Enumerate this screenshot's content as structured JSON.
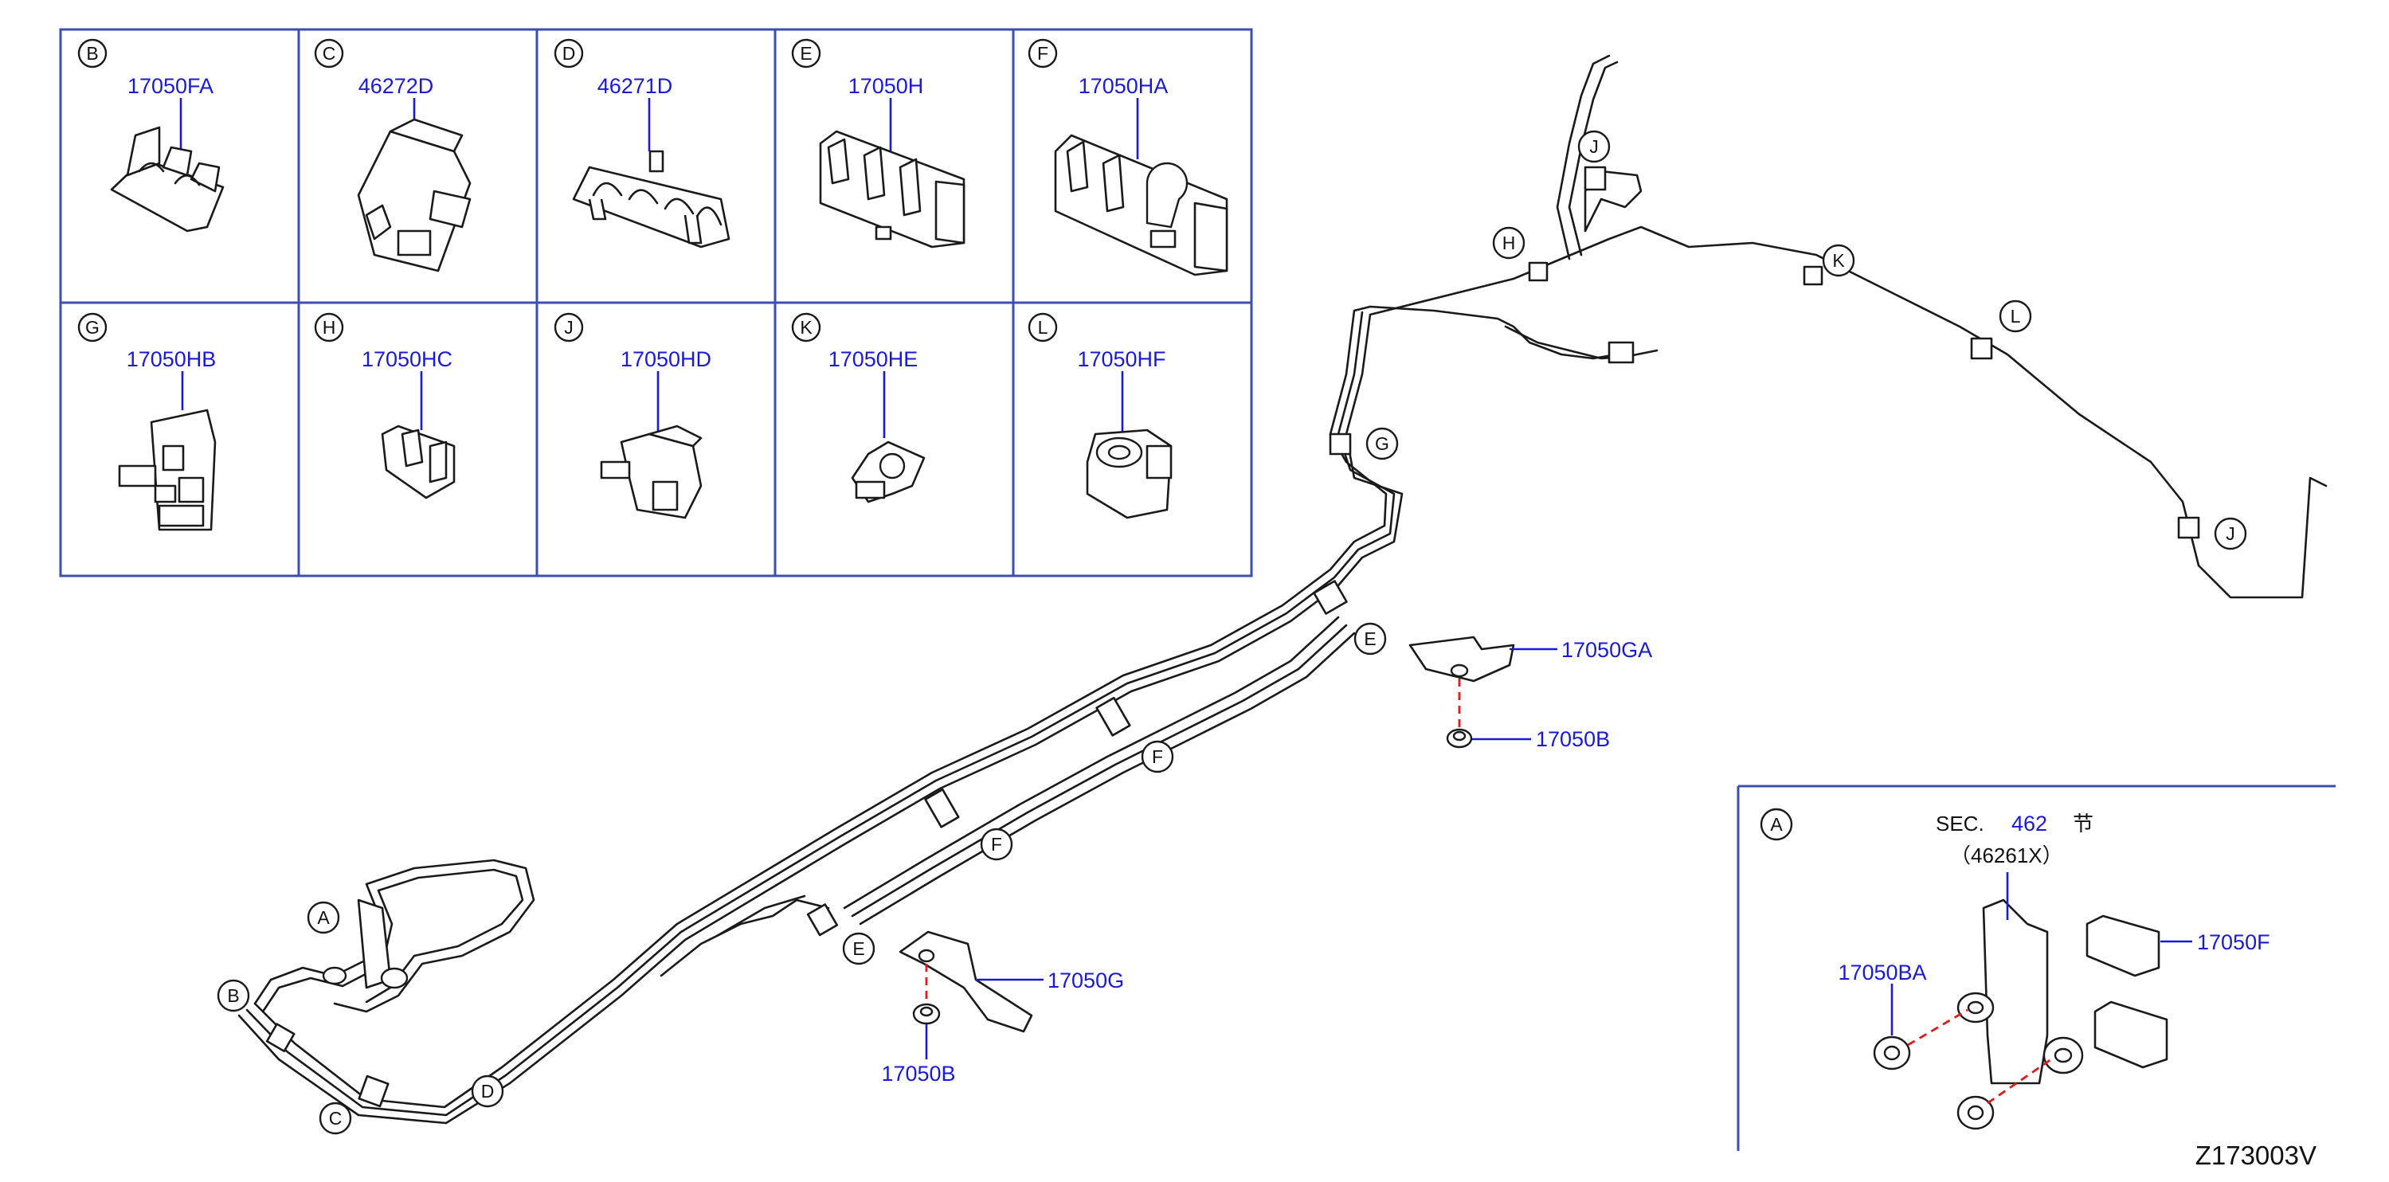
{
  "clip_table": [
    {
      "letter": "B",
      "part": "17050FA"
    },
    {
      "letter": "C",
      "part": "46272D"
    },
    {
      "letter": "D",
      "part": "46271D"
    },
    {
      "letter": "E",
      "part": "17050H"
    },
    {
      "letter": "F",
      "part": "17050HA"
    },
    {
      "letter": "G",
      "part": "17050HB"
    },
    {
      "letter": "H",
      "part": "17050HC"
    },
    {
      "letter": "J",
      "part": "17050HD"
    },
    {
      "letter": "K",
      "part": "17050HE"
    },
    {
      "letter": "L",
      "part": "17050HF"
    }
  ],
  "main_callouts": {
    "a": "A",
    "b": "B",
    "c": "C",
    "d": "D",
    "e1": "E",
    "e2": "E",
    "f1": "F",
    "f2": "F",
    "g": "G",
    "h": "H",
    "j1": "J",
    "j2": "J",
    "k": "K",
    "l": "L"
  },
  "parts": {
    "bracket_ga": "17050GA",
    "nut_b_upper": "17050B",
    "bracket_g": "17050G",
    "nut_b_lower": "17050B"
  },
  "detail_a": {
    "letter": "A",
    "sec_label": "SEC.",
    "sec_number": "462",
    "sec_glyph": "节",
    "sub_ref": "（46261X）",
    "nut_part": "17050BA",
    "clip_part": "17050F"
  },
  "figure_ref": "Z173003V"
}
